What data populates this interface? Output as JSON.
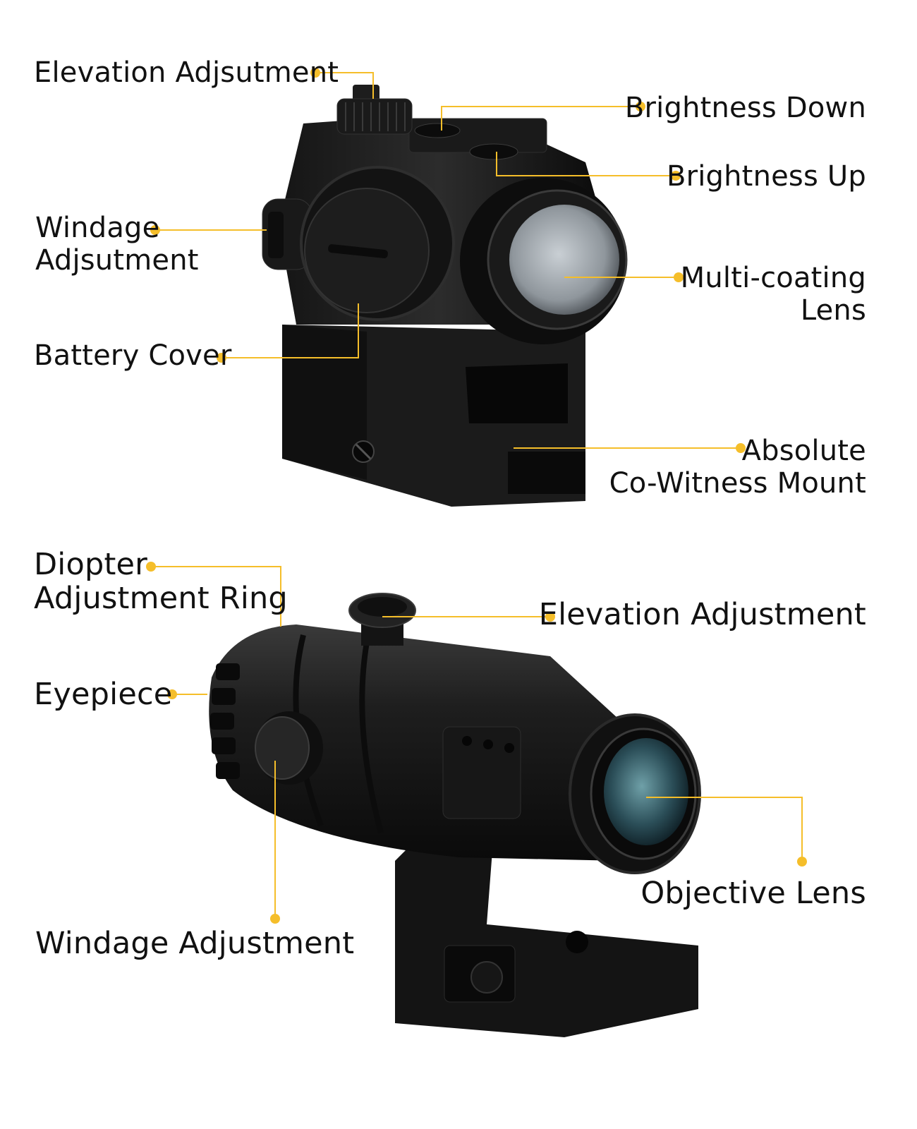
{
  "accent_color": "#F5BE2A",
  "red_dot_sight": {
    "labels": {
      "elevation": "Elevation Adjsutment",
      "brightness_down": "Brightness Down",
      "brightness_up": "Brightness Up",
      "windage_line1": "Windage",
      "windage_line2": "Adjsutment",
      "lens_line1": "Multi-coating",
      "lens_line2": "Lens",
      "battery": "Battery Cover",
      "mount_line1": "Absolute",
      "mount_line2": "Co-Witness Mount"
    }
  },
  "magnifier": {
    "labels": {
      "diopter_line1": "Diopter",
      "diopter_line2": "Adjustment Ring",
      "elevation": "Elevation Adjustment",
      "eyepiece": "Eyepiece",
      "objective": "Objective Lens",
      "windage": "Windage Adjustment"
    }
  }
}
